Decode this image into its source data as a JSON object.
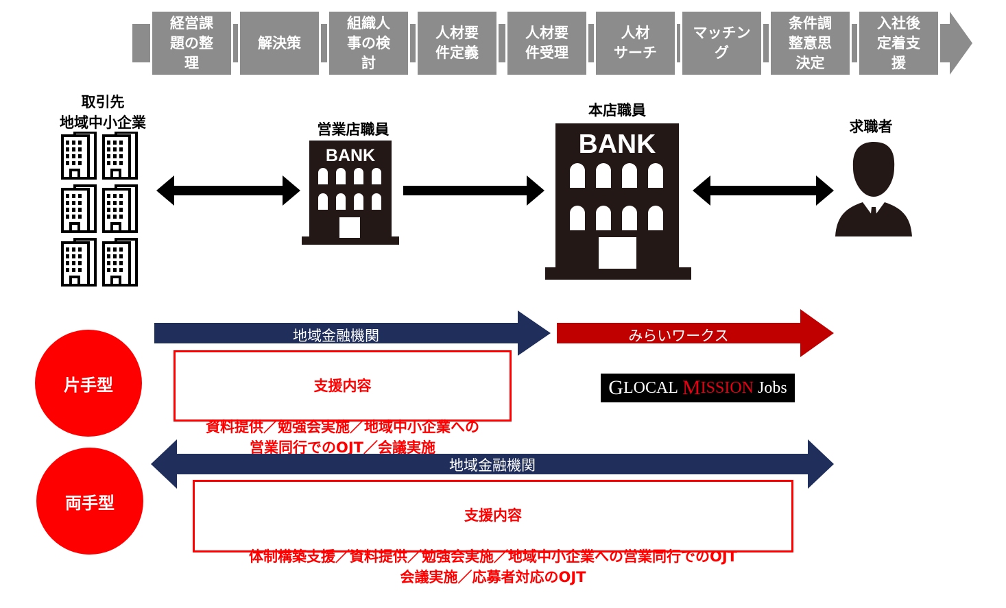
{
  "process_steps": [
    "経営課\n題の整\n理",
    "解決策",
    "組織人\n事の検\n討",
    "人材要\n件定義",
    "人材要\n件受理",
    "人材\nサーチ",
    "マッチン\nグ",
    "条件調\n整意思\n決定",
    "入社後\n定着支\n援"
  ],
  "actors": {
    "client": "取引先\n地域中小企業",
    "branch": "営業店職員",
    "headquarters": "本店職員",
    "job_seeker": "求職者"
  },
  "bank_sign": "BANK",
  "one_hand": {
    "badge": "片手型",
    "band_left": "地域金融機関",
    "band_right": "みらいワークス",
    "support_title": "支援内容",
    "support_text": "資料提供／勉強会実施／地域中小企業への\n営業同行でのOJT／会議実施",
    "logo": {
      "G": "G",
      "LOCAL": "LOCAL",
      "M": "M",
      "ISSION": "ISSION",
      "Jobs": "Jobs"
    }
  },
  "two_hand": {
    "badge": "両手型",
    "band": "地域金融機関",
    "support_title": "支援内容",
    "support_text": "体制構築支援／資料提供／勉強会実施／地域中小企業への営業同行でのOJT\n会議実施／応募者対応のOJT"
  },
  "colors": {
    "step_gray": "#8c8c8c",
    "navy": "#1f2e5a",
    "red": "#c00000",
    "badge_red": "#ff0000"
  }
}
